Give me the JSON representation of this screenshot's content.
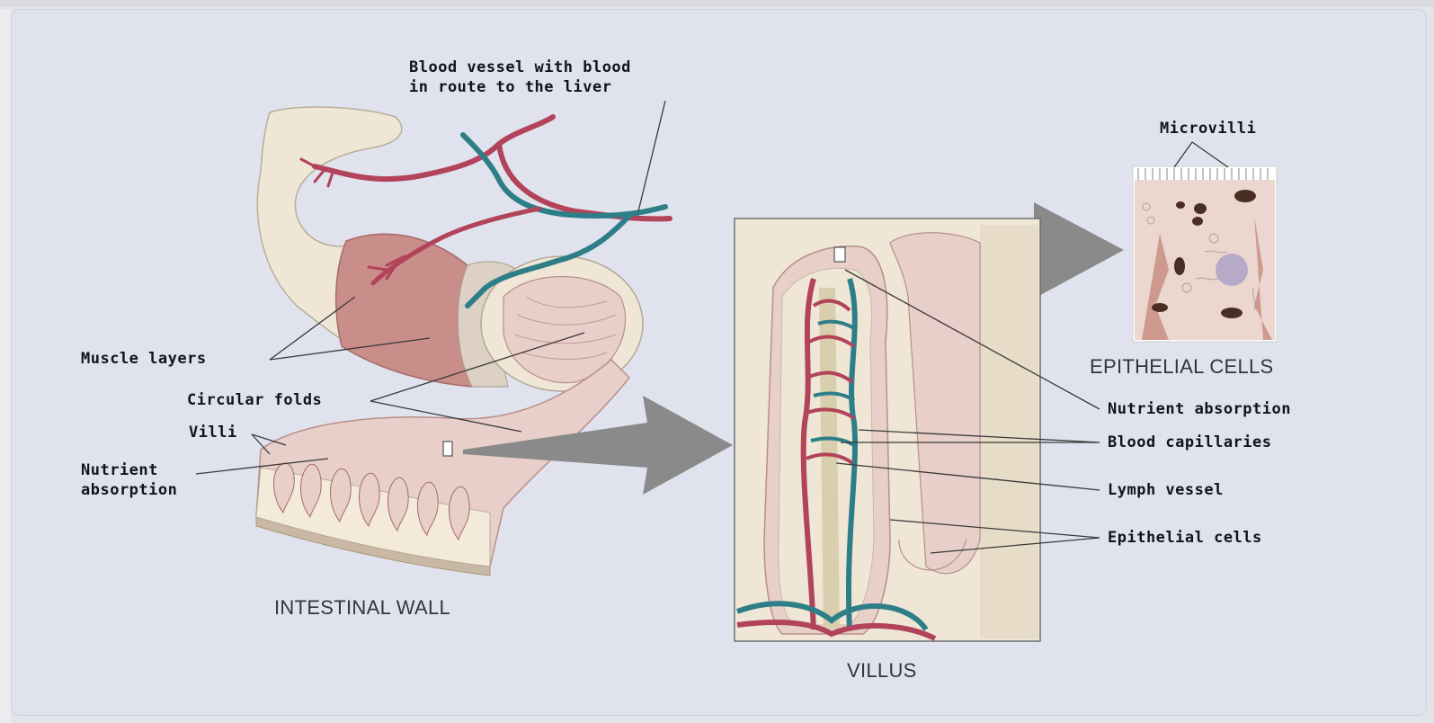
{
  "labels": {
    "blood_vessel": [
      "Blood vessel with blood",
      "in route to the liver"
    ],
    "muscle_layers": "Muscle layers",
    "circular_folds": "Circular folds",
    "villi": "Villi",
    "nutrient_absorption_left": [
      "Nutrient",
      "absorption"
    ],
    "microvilli": "Microvilli",
    "nutrient_absorption_right": "Nutrient absorption",
    "blood_capillaries": "Blood capillaries",
    "lymph_vessel": "Lymph vessel",
    "epithelial_cells": "Epithelial cells"
  },
  "captions": {
    "intestinal_wall": "INTESTINAL WALL",
    "villus": "VILLUS",
    "epithelial_cells": "EPITHELIAL CELLS"
  },
  "colors": {
    "background": "#e0e3ee",
    "artery": "#b2435a",
    "vein": "#2e7e88",
    "tissue": "#e9cfc9",
    "muscle": "#c98e8a",
    "outer_wall": "#efe6d6",
    "arrow": "#8a8a8a"
  }
}
